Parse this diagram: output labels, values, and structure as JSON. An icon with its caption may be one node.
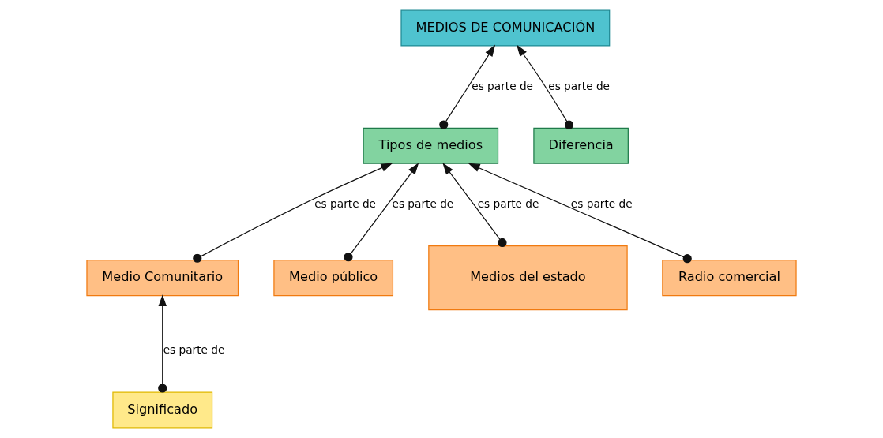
{
  "diagram": {
    "nodes": [
      {
        "text": [
          "MEDIOS DE COMUNICACIÓN"
        ]
      },
      {
        "text": [
          "Tipos de medios"
        ]
      },
      {
        "text": [
          "Diferencia"
        ]
      },
      {
        "text": [
          "Medio Comunitario"
        ]
      },
      {
        "text": [
          "Medio público"
        ]
      },
      {
        "text": [
          "Medios del estado"
        ]
      },
      {
        "text": [
          "Radio comercial"
        ]
      },
      {
        "text": [
          "Significado"
        ]
      }
    ],
    "edges": [
      {
        "from": 1,
        "to": 0,
        "arrow": "to",
        "label": "es parte de"
      },
      {
        "from": 2,
        "to": 0,
        "arrow": "to",
        "label": "es parte de"
      },
      {
        "from": 3,
        "to": 1,
        "arrow": "to",
        "label": "es parte de"
      },
      {
        "from": 4,
        "to": 1,
        "arrow": "to",
        "label": "es parte de"
      },
      {
        "from": 5,
        "to": 1,
        "arrow": "to",
        "label": "es parte de"
      },
      {
        "from": 6,
        "to": 1,
        "arrow": "to",
        "label": "es parte de"
      },
      {
        "from": 7,
        "to": 3,
        "arrow": "to",
        "label": "es parte de"
      }
    ]
  }
}
